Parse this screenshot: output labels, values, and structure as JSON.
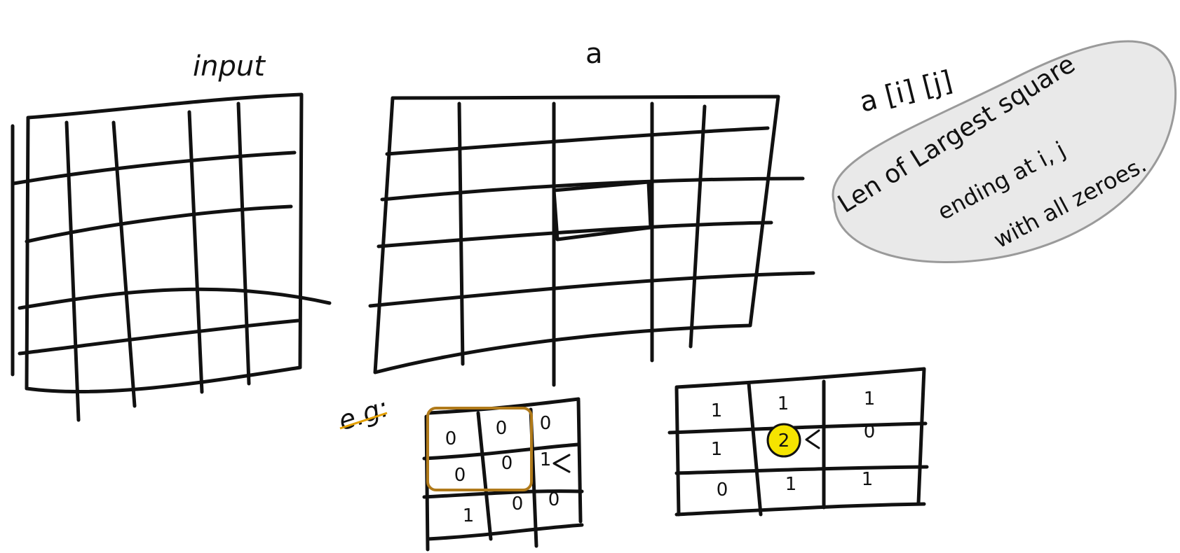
{
  "labels": {
    "input_grid": "input",
    "a_grid": "a",
    "definition_title": "a [i] [j]",
    "definition_line1": "Len of Largest square",
    "definition_line2": "ending at i, j",
    "definition_line3": "with all zeroes.",
    "example": "e.g:"
  },
  "example_matrix_left": [
    [
      "0",
      "0",
      "0"
    ],
    [
      "0",
      "0",
      "1"
    ],
    [
      "",
      "1",
      "0",
      "0"
    ]
  ],
  "example_matrix_right": [
    [
      "1",
      "1",
      "1"
    ],
    [
      "1",
      "2",
      "0"
    ],
    [
      "0",
      "1",
      "1"
    ]
  ],
  "colors": {
    "ink": "#111111",
    "highlight_orange": "#e4a000",
    "highlight_yellow": "#f5e400",
    "bubble_fill": "#e9e9e9",
    "bubble_stroke": "#9a9a9a",
    "box_brown": "#b07a1a"
  }
}
